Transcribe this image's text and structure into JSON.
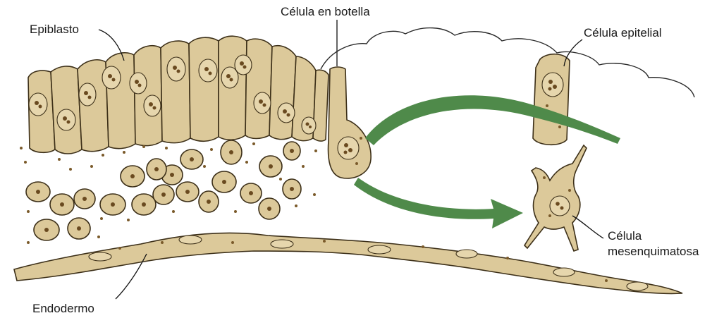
{
  "diagram": {
    "labels": {
      "epiblast": "Epiblasto",
      "bottle_cell": "Célula en botella",
      "epithelial_cell": "Célula epitelial",
      "mesenchymal_cell_line1": "Célula",
      "mesenchymal_cell_line2": "mesenquimatosa",
      "endoderm": "Endodermo"
    },
    "colors": {
      "cell_fill": "#dcc99a",
      "cell_outline": "#3c2f18",
      "arrow": "#4f8a4a",
      "background_tissue": "#ffffff"
    },
    "arrows": [
      {
        "meaning": "transition toward epithelial cell",
        "style": "tapered-curve"
      },
      {
        "meaning": "transition toward mesenchymal cell",
        "style": "curved-arrowhead"
      }
    ]
  }
}
